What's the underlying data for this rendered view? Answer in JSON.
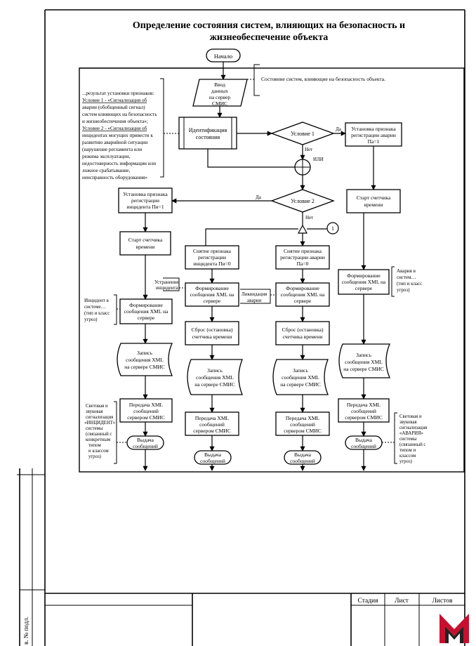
{
  "title": {
    "line1": "Определение состояния систем, влияющих на безопасность и",
    "line2": "жизнеобеспечение объекта"
  },
  "nodes": {
    "start": "Начало",
    "input": [
      "Ввод",
      "данных",
      "на сервер",
      "СМИС"
    ],
    "ident": [
      "Идентификация",
      "состояния"
    ],
    "cond1": "Условие 1",
    "cond2": "Условие 2",
    "or_label": "ИЛИ",
    "yes": "Да",
    "no": "Нет",
    "alarm_set": [
      "Установка признака",
      "регистрации аварии",
      "Па=1"
    ],
    "incident_set": [
      "Установка признака",
      "регистрации",
      "инцидента Пи=1"
    ],
    "timer_start": [
      "Старт счетчика",
      "времени"
    ],
    "timer_start_alarm": [
      "Старт счетчика",
      "времени"
    ],
    "clear_incident": [
      "Снятие признака",
      "регистрации",
      "инцидента Пи=0"
    ],
    "clear_alarm": [
      "Снятие признака",
      "регистрации аварии",
      "Па=0"
    ],
    "connector": "1",
    "form_xml_server": [
      "Формирование",
      "сообщения XML на",
      "сервере"
    ],
    "form_xml_server_alarm": [
      "Формирование",
      "сообщения XML на",
      "сервере"
    ],
    "form_xml_incident_left": [
      "Формирование",
      "сообщения XML на",
      "сервере"
    ],
    "form_xml_clear_alarm": [
      "Формирование",
      "сообщения XML на",
      "сервере"
    ],
    "reset_timer": [
      "Сброс (остановка)",
      "счетчика времени"
    ],
    "reset_timer_2": [
      "Сброс (остановка)",
      "счетчика времени"
    ],
    "record_xml": [
      "Запись",
      "сообщения XML",
      "на сервере СМИС"
    ],
    "transmit_xml": [
      "Передача XML",
      "сообщений",
      "сервером СМИС"
    ],
    "output": [
      "Выдача",
      "сообщений"
    ]
  },
  "notes": {
    "state_note": "Состояние систем, влияющие на безопасность объекта.",
    "result_note": [
      "...результат установки признаков:",
      "Условие 1 - «Сигнализация об",
      "аварии (обобщенный сигнал)",
      "систем влияющих на безопасность",
      "и жизнеобеспечения объекта»;",
      "Условие 2 - «Сигнализация об",
      "инцидентах могущих привести к",
      "развитию аварийной ситуации",
      "(нарушение регламента или",
      "режима эксплуатации,",
      "недостоверность информации или",
      "ложное срабатывание,",
      "неисправность оборудования»"
    ],
    "incident_in_system": [
      "Инцидент в",
      "системе…",
      "(тип и класс",
      "угроз)"
    ],
    "alarm_in_system": [
      "Авария в",
      "систем…",
      "(тип и класс",
      "угроз)"
    ],
    "incident_removal": [
      "Устранение",
      "инцидента"
    ],
    "alarm_liquidation": [
      "Ликвидация",
      "аварии"
    ],
    "incident_signal": [
      "Световая и",
      "звуковая",
      "сигнализация",
      "«ИНЦИДЕНТ»",
      "системы",
      "(связанный с",
      "конкретным",
      "типом",
      "и классом",
      "угроз)"
    ],
    "alarm_signal": [
      "Световая и",
      "звуковая",
      "сигнализация",
      "«АВАРИЯ»",
      "системы",
      "(связанный с",
      "типом и",
      "классом",
      "угроз)"
    ]
  },
  "stamp": {
    "stage": "Стадия",
    "sheet": "Лист",
    "sheets": "Листов",
    "side_label": "в. № подл."
  },
  "colors": {
    "line": "#000000",
    "logo_red": "#c8102e",
    "logo_dark": "#222222"
  }
}
